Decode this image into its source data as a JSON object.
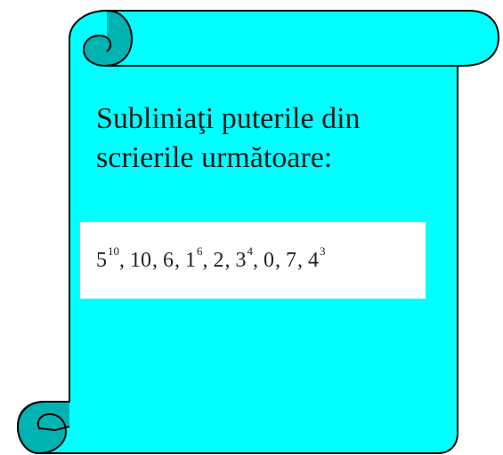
{
  "colors": {
    "scroll_fill": "#00ffff",
    "scroll_curl": "#00b3b3",
    "outline": "#000000",
    "number_box": "#ffffff"
  },
  "instruction": {
    "line1": "Subliniaţi puterile din",
    "line2": "scrierile următoare:"
  },
  "number_list": {
    "terms": [
      {
        "base": "5",
        "exponent": "10"
      },
      {
        "base": "10",
        "exponent": ""
      },
      {
        "base": "6",
        "exponent": ""
      },
      {
        "base": "1",
        "exponent": "6"
      },
      {
        "base": "2",
        "exponent": ""
      },
      {
        "base": "3",
        "exponent": "4"
      },
      {
        "base": "0",
        "exponent": ""
      },
      {
        "base": "7",
        "exponent": ""
      },
      {
        "base": "4",
        "exponent": "3"
      }
    ],
    "separator": ", "
  }
}
